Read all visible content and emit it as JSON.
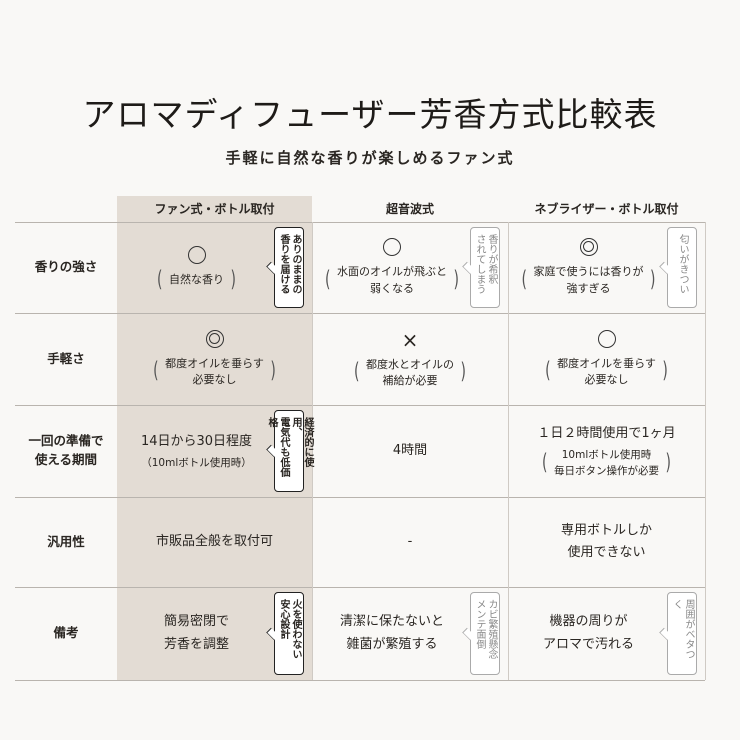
{
  "title": "アロマディフューザー芳香方式比較表",
  "subtitle": "手軽に自然な香りが楽しめるファン式",
  "columns": [
    "ファン式・ボトル取付",
    "超音波式",
    "ネブライザー・ボトル取付"
  ],
  "rows": [
    {
      "label": "香りの強さ",
      "cells": [
        {
          "symbol": "circle",
          "note": "自然な香り",
          "bubble": "ありのままの\n香りを届ける"
        },
        {
          "symbol": "circle",
          "note": "水面のオイルが飛ぶと\n弱くなる",
          "bubble": "香りが希釈\nされてしまう"
        },
        {
          "symbol": "double-circle",
          "note": "家庭で使うには香りが\n強すぎる",
          "bubble": "匂いがきつい"
        }
      ]
    },
    {
      "label": "手軽さ",
      "cells": [
        {
          "symbol": "double-circle",
          "note": "都度オイルを垂らす\n必要なし"
        },
        {
          "symbol": "cross",
          "symbol_text": "×",
          "note": "都度水とオイルの\n補給が必要"
        },
        {
          "symbol": "circle",
          "note": "都度オイルを垂らす\n必要なし"
        }
      ]
    },
    {
      "label": "一回の準備で\n使える期間",
      "cells": [
        {
          "main": "14日から30日程度",
          "sub": "（10mlボトル使用時）",
          "bubble": "経済的に使用、\n電気代も低価格"
        },
        {
          "main": "4時間"
        },
        {
          "main": "１日２時間使用で1ヶ月",
          "sub": "10mlボトル使用時\n毎日ボタン操作が必要"
        }
      ]
    },
    {
      "label": "汎用性",
      "cells": [
        {
          "main": "市販品全般を取付可"
        },
        {
          "main": "-"
        },
        {
          "main": "専用ボトルしか\n使用できない"
        }
      ]
    },
    {
      "label": "備考",
      "cells": [
        {
          "main": "簡易密閉で\n芳香を調整",
          "bubble": "火を使わない\n安心設計"
        },
        {
          "main": "清潔に保たないと\n雑菌が繁殖する",
          "bubble": "カビ繁殖懸念\nメンテ面倒"
        },
        {
          "main": "機器の周りが\nアロマで汚れる",
          "bubble": "周囲がベタつく"
        }
      ]
    }
  ]
}
